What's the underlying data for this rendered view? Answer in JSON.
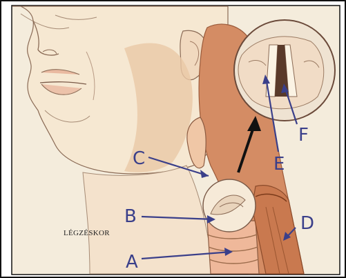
{
  "caption": "LÉGZÉSKOR",
  "labels": {
    "a": "A",
    "b": "B",
    "c": "C",
    "d": "D",
    "e": "E",
    "f": "F"
  },
  "colors": {
    "border": "#111111",
    "background": "#f2ead7",
    "skin_light": "#f5e6cf",
    "skin_shadow": "#e8c6a0",
    "muscle": "#cf8660",
    "muscle_dark": "#b56a45",
    "label_ink": "#3a3f8a",
    "outline": "#6b4a3a"
  }
}
